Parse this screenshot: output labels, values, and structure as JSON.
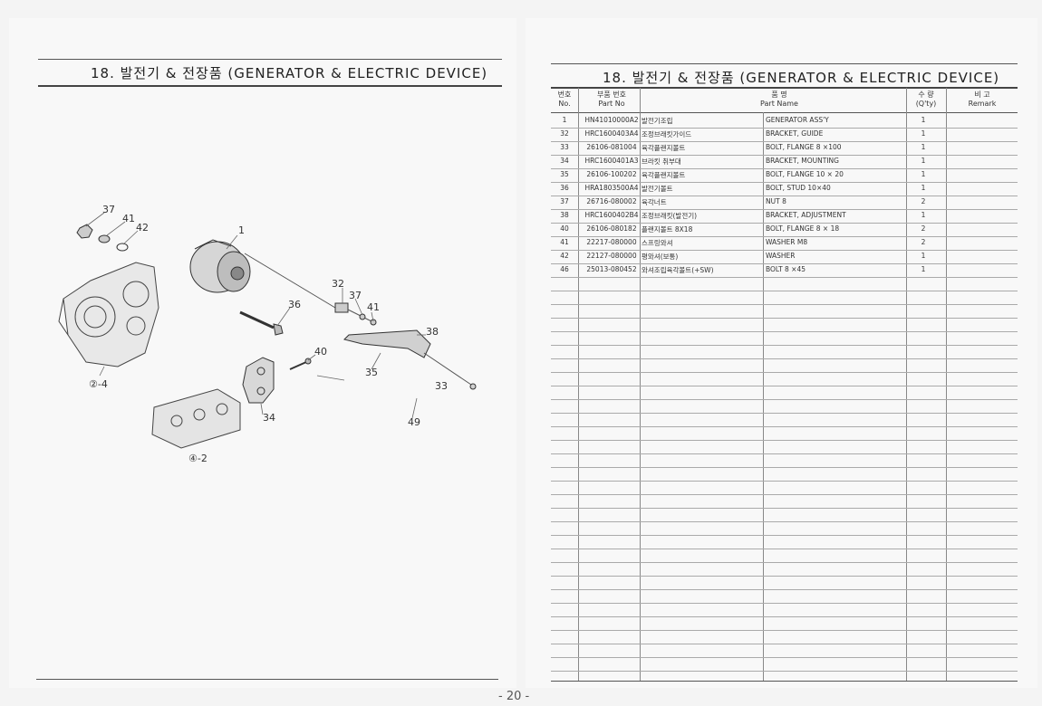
{
  "title": "18. 발전기 & 전장품 (GENERATOR & ELECTRIC DEVICE)",
  "page_number": "- 20 -",
  "diagram_labels": [
    "37",
    "41",
    "42",
    "1",
    "32",
    "37",
    "41",
    "36",
    "38",
    "40",
    "35",
    "33",
    "34",
    "49",
    "②-4",
    "④-2"
  ],
  "table": {
    "headers": {
      "no_kr": "번호",
      "no_en": "No.",
      "part_kr": "부품 번호",
      "part_en": "Part No",
      "name_kr": "품 명",
      "name_en": "Part Name",
      "qty_kr": "수 량",
      "qty_en": "(Q'ty)",
      "remark_kr": "비 고",
      "remark_en": "Remark"
    },
    "rows": [
      {
        "no": "1",
        "part": "HN41010000A2",
        "kr": "발전기조립",
        "en": "GENERATOR ASS'Y",
        "qty": "1"
      },
      {
        "no": "32",
        "part": "HRC1600403A4",
        "kr": "조정브래킷가이드",
        "en": "BRACKET, GUIDE",
        "qty": "1"
      },
      {
        "no": "33",
        "part": "26106-081004",
        "kr": "육각플랜지볼트",
        "en": "BOLT, FLANGE 8 ×100",
        "qty": "1"
      },
      {
        "no": "34",
        "part": "HRC1600401A3",
        "kr": "브라킷 취부대",
        "en": "BRACKET, MOUNTING",
        "qty": "1"
      },
      {
        "no": "35",
        "part": "26106-100202",
        "kr": "육각플랜지볼트",
        "en": "BOLT, FLANGE 10 × 20",
        "qty": "1"
      },
      {
        "no": "36",
        "part": "HRA1803500A4",
        "kr": "발전기볼트",
        "en": "BOLT, STUD 10×40",
        "qty": "1"
      },
      {
        "no": "37",
        "part": "26716-080002",
        "kr": "육각너트",
        "en": "NUT 8",
        "qty": "2"
      },
      {
        "no": "38",
        "part": "HRC1600402B4",
        "kr": "조정브래킷(발전기)",
        "en": "BRACKET, ADJUSTMENT",
        "qty": "1"
      },
      {
        "no": "40",
        "part": "26106-080182",
        "kr": "플랜지볼트 8X18",
        "en": "BOLT, FLANGE 8 × 18",
        "qty": "2"
      },
      {
        "no": "41",
        "part": "22217-080000",
        "kr": "스프링와셔",
        "en": "WASHER M8",
        "qty": "2"
      },
      {
        "no": "42",
        "part": "22127-080000",
        "kr": "평와셔(보통)",
        "en": "WASHER",
        "qty": "1"
      },
      {
        "no": "46",
        "part": "25013-080452",
        "kr": "와셔조립육각볼트(+SW)",
        "en": "BOLT 8 ×45",
        "qty": "1"
      }
    ]
  }
}
